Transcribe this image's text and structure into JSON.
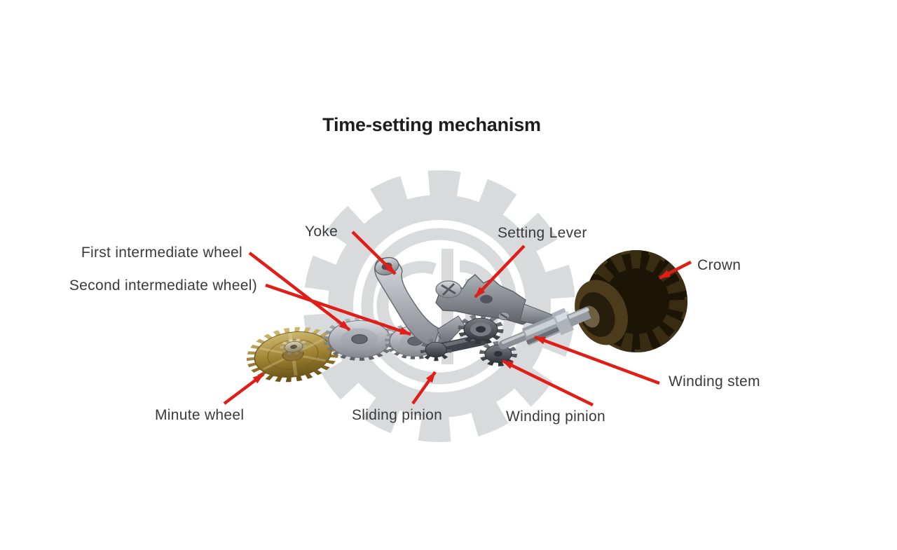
{
  "title": "Time-setting mechanism",
  "colors": {
    "arrow_red": "#e01d16",
    "label_text": "#3a3a3a",
    "watermark_gray": "#d9dadc",
    "background": "#ffffff"
  },
  "labels": {
    "yoke": "Yoke",
    "setting_lever": "Setting Lever",
    "crown": "Crown",
    "first_intermediate_wheel": "First intermediate wheel",
    "second_intermediate_wheel": "Second intermediate wheel)",
    "minute_wheel": "Minute wheel",
    "sliding_pinion": "Sliding pinion",
    "winding_pinion": "Winding pinion",
    "winding_stem": "Winding stem"
  }
}
